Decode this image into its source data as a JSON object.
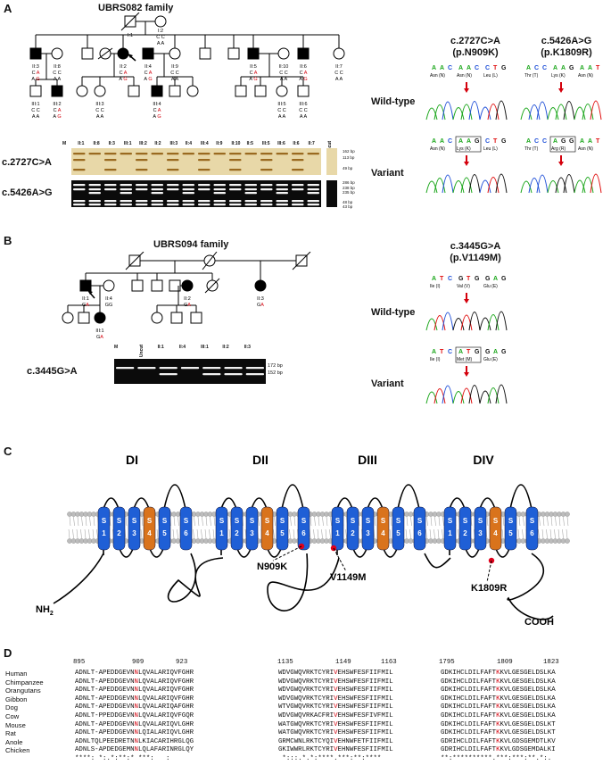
{
  "panelA": {
    "letter": "A",
    "family": "UBRS082 family",
    "individuals": [
      {
        "id": "I:1"
      },
      {
        "id": "I:2",
        "g1": "C C",
        "g2": "A A"
      },
      {
        "id": "II:1",
        "g1": "C C",
        "g2": "A A"
      },
      {
        "id": "II:3",
        "g1": "C A",
        "g2": "A G"
      },
      {
        "id": "II:8",
        "g1": "C C",
        "g2": "A A"
      },
      {
        "id": "II:2",
        "g1": "C A",
        "g2": "A G"
      },
      {
        "id": "II:4",
        "g1": "C A",
        "g2": "A G"
      },
      {
        "id": "II:9",
        "g1": "C C",
        "g2": "A A"
      },
      {
        "id": "II:5",
        "g1": "C A",
        "g2": "A G"
      },
      {
        "id": "II:10",
        "g1": "C C",
        "g2": "A A"
      },
      {
        "id": "II:6",
        "g1": "C A",
        "g2": "A G"
      },
      {
        "id": "II:7",
        "g1": "C C",
        "g2": "A A"
      },
      {
        "id": "III:1",
        "g1": "C C",
        "g2": "A A"
      },
      {
        "id": "III:2",
        "g1": "C A",
        "g2": "A G"
      },
      {
        "id": "III:3",
        "g1": "C C",
        "g2": "A A"
      },
      {
        "id": "III:4",
        "g1": "C A",
        "g2": "A G"
      },
      {
        "id": "III:5",
        "g1": "C C",
        "g2": "A A"
      },
      {
        "id": "III:6",
        "g1": "C C",
        "g2": "A A"
      }
    ],
    "gel_lanes": [
      "M",
      "II:1",
      "II:8",
      "II:3",
      "III:1",
      "III:2",
      "II:2",
      "III:3",
      "II:4",
      "III:4",
      "II:9",
      "II:10",
      "II:5",
      "III:5",
      "III:6",
      "II:6",
      "II:7",
      "Uncut"
    ],
    "gel1_label": "c.2727C>A",
    "gel1_bands": [
      "162 bp",
      "113 bp",
      "49 bp"
    ],
    "gel2_label": "c.5426A>G",
    "gel2_bands": [
      "286 bp",
      "238 bp",
      "235 bp",
      "48 bp",
      "43 bp"
    ],
    "mut1_line1": "c.2727C>A",
    "mut1_line2": "(p.N909K)",
    "mut2_line1": "c.5426A>G",
    "mut2_line2": "(p.K1809R)",
    "wild_type": "Wild-type",
    "variant": "Variant",
    "seq1_wt": [
      "A A C",
      "A A C",
      "C T G"
    ],
    "seq1_wt_aa": [
      "Asn (N)",
      "Asn (N)",
      "Leu (L)"
    ],
    "seq1_var": [
      "A A C",
      "A A G",
      "C T G"
    ],
    "seq1_var_aa": [
      "Asn (N)",
      "Lys (K)",
      "Leu (L)"
    ],
    "seq2_wt": [
      "A C C",
      "A A G",
      "A A T"
    ],
    "seq2_wt_aa": [
      "Thr (T)",
      "Lys (K)",
      "Asn (N)"
    ],
    "seq2_var": [
      "A C C",
      "A G G",
      "A A T"
    ],
    "seq2_var_aa": [
      "Thr (T)",
      "Arg (R)",
      "Asn (N)"
    ]
  },
  "panelB": {
    "letter": "B",
    "family": "UBRS094 family",
    "members": [
      {
        "id": "II:1",
        "g": "GA"
      },
      {
        "id": "II:4",
        "g": "GG"
      },
      {
        "id": "II:2",
        "g": "GA"
      },
      {
        "id": "II:3",
        "g": "GA"
      },
      {
        "id": "III:1",
        "g": "GA"
      }
    ],
    "gel_lanes": [
      "M",
      "Uncut",
      "II:1",
      "II:4",
      "III:1",
      "II:2",
      "II:3"
    ],
    "gel_label": "c.3445G>A",
    "gel_bands": [
      "172 bp",
      "152 bp"
    ],
    "mut_line1": "c.3445G>A",
    "mut_line2": "(p.V1149M)",
    "wild_type": "Wild-type",
    "variant": "Variant",
    "seq_wt": [
      "A T C",
      "G T G",
      "G A G"
    ],
    "seq_wt_aa": [
      "Ile (I)",
      "Val (V)",
      "Glu (E)"
    ],
    "seq_var": [
      "A T C",
      "A T G",
      "G A G"
    ],
    "seq_var_aa": [
      "Ile (I)",
      "Met (M)",
      "Glu (E)"
    ]
  },
  "panelC": {
    "letter": "C",
    "domains": [
      "DI",
      "DII",
      "DIII",
      "DIV"
    ],
    "segments": [
      "S",
      "S",
      "S",
      "S",
      "S",
      "S"
    ],
    "segnums": [
      "1",
      "2",
      "3",
      "4",
      "5",
      "6"
    ],
    "nterm": "NH",
    "nterm_sub": "2",
    "cterm": "COOH",
    "sites": [
      "N909K",
      "V1149M",
      "K1809R"
    ],
    "colors": {
      "segment": "#1f5fd6",
      "voltage_sensor": "#d9731c",
      "mutation": "#e0001a"
    }
  },
  "panelD": {
    "letter": "D",
    "positions": [
      "895",
      "909",
      "923",
      "1135",
      "1149",
      "1163",
      "1795",
      "1809",
      "1823"
    ],
    "species": [
      "Human",
      "Chimpanzee",
      "Orangutans",
      "Gibbon",
      "Dog",
      "Cow",
      "Mouse",
      "Rat",
      "Anole",
      "Chicken"
    ],
    "block1": [
      [
        "ADNLT-APEDDGEVN",
        "N",
        "LQVALARIQVFGHR"
      ],
      [
        "ADNLT-APEDDGEVN",
        "N",
        "LQVALARIQVFGHR"
      ],
      [
        "ADNLT-APEDDGEVN",
        "N",
        "LQVALARIQVFGHR"
      ],
      [
        "ADNLT-APEDDGEVN",
        "N",
        "LQVALARIQVFGHR"
      ],
      [
        "ADNLT-APEDDGEVN",
        "N",
        "LQVALARIQAFGHR"
      ],
      [
        "ADNLT-PPEDDGEVN",
        "N",
        "LQVALARIQVFGQR"
      ],
      [
        "ADNLT-APEDDGEVN",
        "N",
        "LQVALARIQVLGHR"
      ],
      [
        "ADNLT-APEDDGEVN",
        "N",
        "LQIALARIQVLGHR"
      ],
      [
        "ADNLTQLPEEDRETN",
        "N",
        "LKIACARIHRGLQG"
      ],
      [
        "ADNLS-APDEDGEMN",
        "N",
        "LQLAFARINRGLQY"
      ]
    ],
    "cons1": "****: *:.*:**:* ***:   :   ",
    "block2": [
      [
        "WDVGWQVRKTCYRI",
        "V",
        "EHSWFESFIIFMIL"
      ],
      [
        "WDVGWQVRKTCYRI",
        "V",
        "EHSWFESFIIFMIL"
      ],
      [
        "WDVGWQVRKTCYRI",
        "V",
        "EHSWFESFIIFMIL"
      ],
      [
        "WDVGWQVRKTCYRI",
        "V",
        "EHSWFESFIIFMIL"
      ],
      [
        "WTVGWQVRKTCYRI",
        "V",
        "EHSWFESFIIFMIL"
      ],
      [
        "WDVGWQVRKACFRI",
        "V",
        "EHSWFESFIVFMIL"
      ],
      [
        "WATGWQVRKTCYRI",
        "V",
        "EHSWFESFIIFMIL"
      ],
      [
        "WATGWQVRKTCYRI",
        "V",
        "EHSWFESFIIFMIL"
      ],
      [
        "GRMCWNLRKTCYQI",
        "V",
        "EHNWFETFIIFMIL"
      ],
      [
        "GKIWWRLRKTCYRI",
        "V",
        "EHNWFESFIIFMIL"
      ]
    ],
    "cons2": " *:::.*.*:****.***:**:****",
    "block3": [
      [
        "GDKIHCLDILFAFT",
        "K",
        "KVLGESGELDSLKA"
      ],
      [
        "GDKIHCLDILFAFT",
        "K",
        "KVLGESGELDSLKA"
      ],
      [
        "GDKIHCLDILFAFT",
        "K",
        "KVLGESGELDSLKA"
      ],
      [
        "GDKIHCLDILFAFT",
        "K",
        "KVLGESGELDSLKA"
      ],
      [
        "GDKIHCLDILFAFT",
        "K",
        "KVLGESGELDSLKA"
      ],
      [
        "GDKIHCLDILFAFT",
        "K",
        "KVLGESGELDSLKA"
      ],
      [
        "GDKIHCLDILFAFT",
        "K",
        "KVLGESGELDSLKT"
      ],
      [
        "GDKIHCLDILFAFT",
        "K",
        "KVLGESGELDSLKT"
      ],
      [
        "GDRIHCLDILFAFT",
        "K",
        "KVLGDSGEMDTLKV"
      ],
      [
        "GDRIHCLDILFAFT",
        "K",
        "KVLGDSGEMDALKI"
      ]
    ],
    "cons3": "**:**********.***:***:**.*:.",
    "highlight": "#d4000c"
  }
}
